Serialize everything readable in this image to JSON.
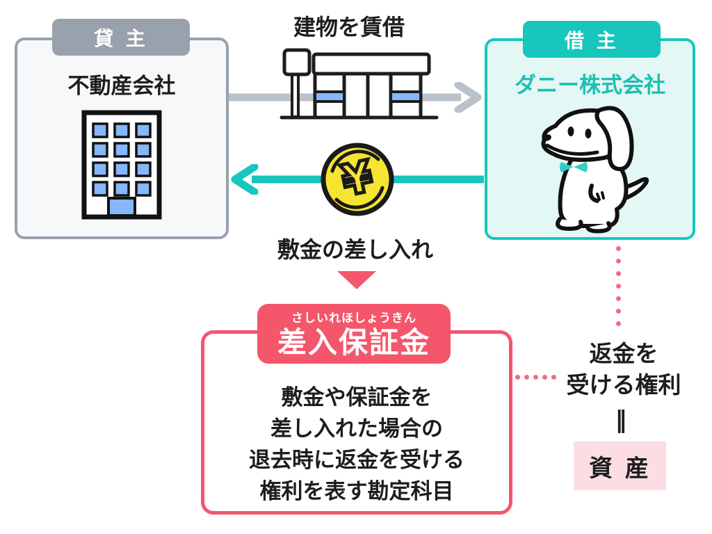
{
  "colors": {
    "gray": "#99A1AC",
    "gray_arrow": "#B9C1CB",
    "gray_box_bg": "#F7F8F9",
    "teal": "#17C6BD",
    "teal_box_bg": "#E3F7F4",
    "red": "#F4566B",
    "dot_pink": "#F26B80",
    "asset_pink_bg": "#FBDDE3",
    "coin_yellow": "#F6E433",
    "window_blue": "#85B7FA",
    "text_black": "#1d1d1d"
  },
  "lessor": {
    "tab_label": "貸 主",
    "name": "不動産会社"
  },
  "lessee": {
    "tab_label": "借 主",
    "name": "ダニー株式会社"
  },
  "top_arrow": {
    "label": "建物を賃借",
    "direction": "left-to-right"
  },
  "bottom_arrow": {
    "label": "敷金の差し入れ",
    "direction": "right-to-left",
    "coin_symbol": "¥"
  },
  "term": {
    "furigana": "さしいれほしょうきん",
    "title": "差入保証金",
    "description_lines": [
      "敷金や保証金を",
      "差し入れた場合の",
      "退去時に返金を受ける",
      "権利を表す勘定科目"
    ]
  },
  "right_note": {
    "label_line1": "返金を",
    "label_line2": "受ける権利",
    "equals_symbol": "‖",
    "asset_label": "資 産"
  },
  "icons": {
    "office-building-icon": "building with blue windows (svg)",
    "storefront-icon": "shop with signboard (svg)",
    "yen-coin-icon": "¥ coin (yellow circle)",
    "dog-mascot": "white dog with teal bow tie (svg)",
    "down-triangle-icon": "▼",
    "right-arrow-icon": "→",
    "left-arrow-icon": "←"
  }
}
